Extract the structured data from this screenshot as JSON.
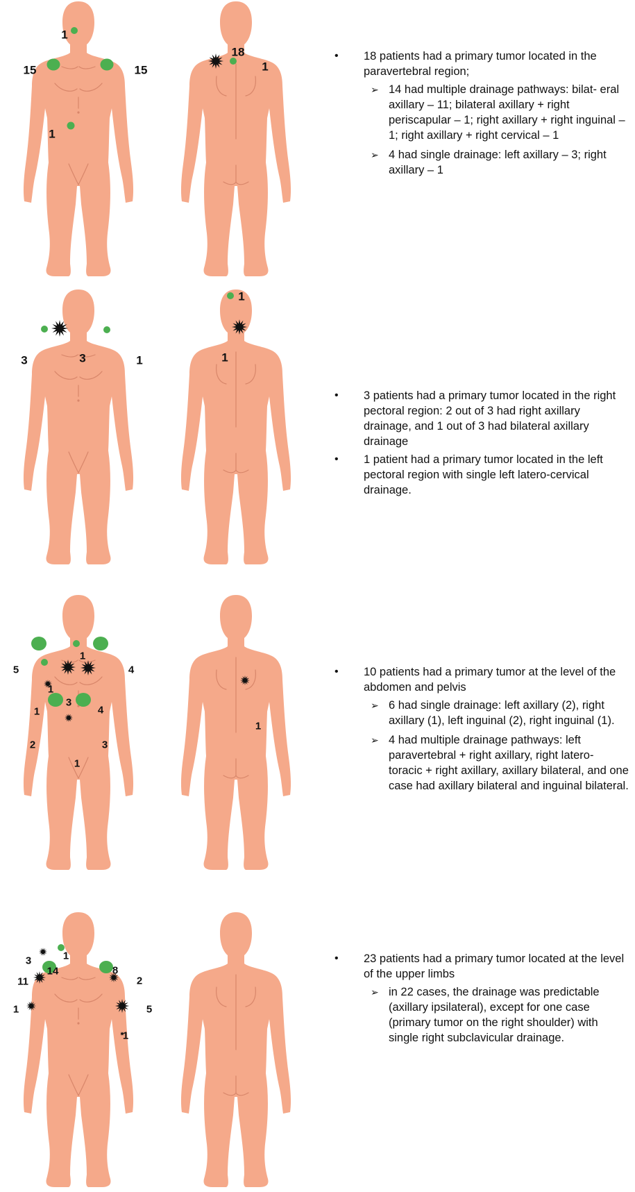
{
  "colors": {
    "skin": "#f5a98a",
    "skin_shadow": "#d8866a",
    "node": "#4caf50",
    "tumor": "#111111"
  },
  "icons": {
    "tumor_marker": "starburst-icon",
    "node_marker": "green-circle-icon"
  },
  "panels": [
    {
      "front_labels": [
        "1",
        "15",
        "15",
        "1"
      ],
      "back_labels": [
        "18",
        "1"
      ],
      "bullets": [
        {
          "text": "18 patients had a primary tumor located in the paravertebral region;",
          "sub": [
            "14 had multiple drainage pathways: bilat- eral axillary – 11; bilateral axillary + right periscapular – 1; right axillary + right inguinal – 1; right axillary + right cervical – 1",
            "4 had single drainage: left axillary – 3; right axillary – 1"
          ]
        }
      ]
    },
    {
      "front_labels": [
        "3",
        "3",
        "1"
      ],
      "back_labels": [
        "1",
        "1"
      ],
      "bullets": [
        {
          "text": "3 patients had a primary tumor located in the right pectoral region: 2 out of 3 had right axillary drainage, and 1 out of 3 had bilateral axillary drainage",
          "sub": []
        },
        {
          "text": "1 patient had a primary tumor located in the left pectoral region with single left latero-cervical drainage.",
          "sub": []
        }
      ]
    },
    {
      "front_labels": [
        "1",
        "5",
        "4",
        "1",
        "3",
        "1",
        "4",
        "2",
        "3",
        "1"
      ],
      "back_labels": [
        "1"
      ],
      "bullets": [
        {
          "text": "10 patients had a primary tumor at the level of the abdomen and pelvis",
          "sub": [
            "6 had single drainage: left axillary (2), right axillary (1), left inguinal (2), right inguinal (1).",
            "4 had multiple drainage pathways: left paravertebral + right axillary, right latero- toracic + right axillary, axillary bilateral, and one case had axillary bilateral and inguinal bilateral."
          ]
        }
      ]
    },
    {
      "front_labels": [
        "3",
        "1",
        "14",
        "8",
        "11",
        "2",
        "1",
        "5",
        "1"
      ],
      "back_labels": [],
      "bullets": [
        {
          "text": "23 patients had a primary tumor located at the level of the upper limbs",
          "sub": [
            "in 22 cases, the drainage was predictable (axillary ipsilateral), except for one case (primary tumor on the right shoulder) with single right subclavicular drainage."
          ]
        }
      ]
    }
  ]
}
